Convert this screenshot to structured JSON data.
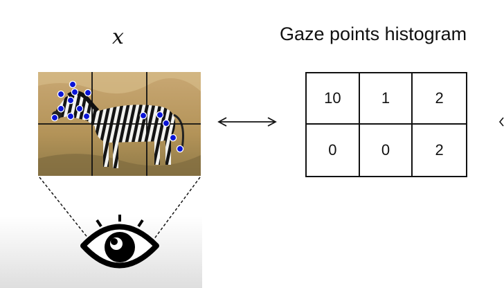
{
  "input_symbol": "x",
  "histogram": {
    "title": "Gaze points histogram",
    "rows": [
      [
        "10",
        "1",
        "2"
      ],
      [
        "0",
        "0",
        "2"
      ]
    ]
  },
  "gaze_point_color": "#0a14d6",
  "icons": {
    "bidirectional": "left-right-arrow-icon",
    "viewer": "eye-icon"
  }
}
